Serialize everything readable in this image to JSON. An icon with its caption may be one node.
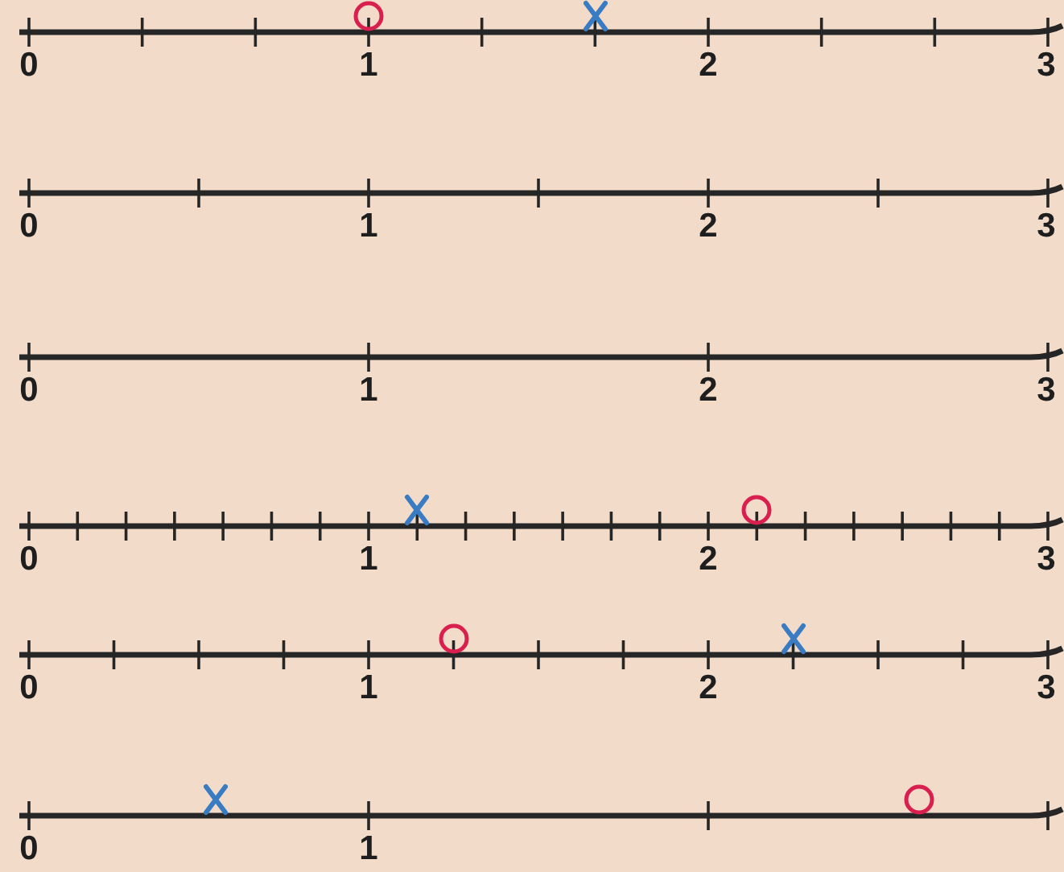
{
  "diagram": {
    "labels": [
      "0",
      "1",
      "2",
      "3",
      "0",
      "1",
      "2",
      "3",
      "0",
      "1",
      "2",
      "3",
      "0",
      "1",
      "2",
      "3",
      "0",
      "1",
      "2",
      "3",
      "0",
      "1"
    ]
  }
}
